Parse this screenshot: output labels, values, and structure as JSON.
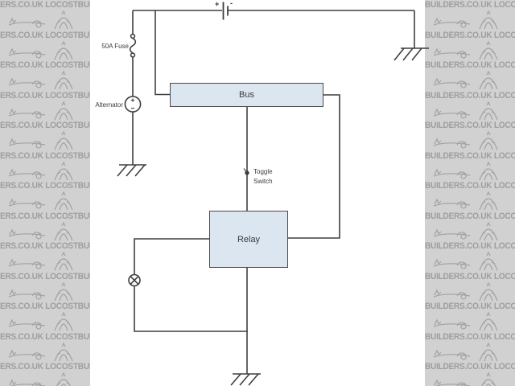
{
  "watermark": {
    "brand": "LOCOSTBUILDERS.CO.UK",
    "left_text": "ERS.CO.UK LOCOSTBUILD",
    "right_text": "BUILDERS.CO.UK LOCOST"
  },
  "diagram": {
    "boxes": {
      "bus": "Bus",
      "relay": "Relay"
    },
    "labels": {
      "fuse": "50A Fuse",
      "alternator": "Alternator",
      "toggle_line1": "Toggle",
      "toggle_line2": "Switch"
    },
    "battery": {
      "plus": "+",
      "minus": "-"
    },
    "colors": {
      "wire": "#3f3f3f",
      "box_fill": "#dce6f1",
      "box_border": "#4a4a4a",
      "watermark_bg": "#d1d1d1",
      "watermark_fg": "#9e9e9e"
    }
  }
}
